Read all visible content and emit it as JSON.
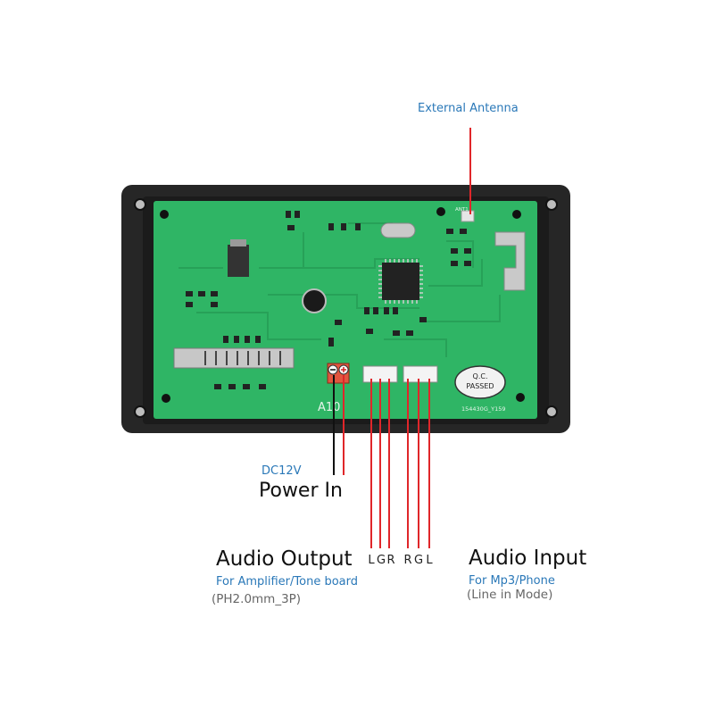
{
  "labels": {
    "antenna": "External Antenna",
    "power_voltage": "DC12V",
    "power_title": "Power In",
    "output_title": "Audio Output",
    "output_sub": "For Amplifier/Tone board",
    "output_spec": "(PH2.0mm_3P)",
    "input_title": "Audio Input",
    "input_sub": "For Mp3/Phone",
    "input_mode": "(Line in Mode)"
  },
  "board": {
    "model": "A10",
    "qc_line1": "Q.C.",
    "qc_line2": "PASSED",
    "serial": "154430G_Y159",
    "antenna_pad": "ANT1"
  },
  "output_pins": [
    "L",
    "G",
    "R"
  ],
  "input_pins": [
    "R",
    "G",
    "L"
  ],
  "colors": {
    "accent_blue": "#2a78b8",
    "pcb_green": "#2fb565",
    "wire_red": "#e0262a",
    "wire_black": "#111111",
    "frame": "#262626"
  }
}
